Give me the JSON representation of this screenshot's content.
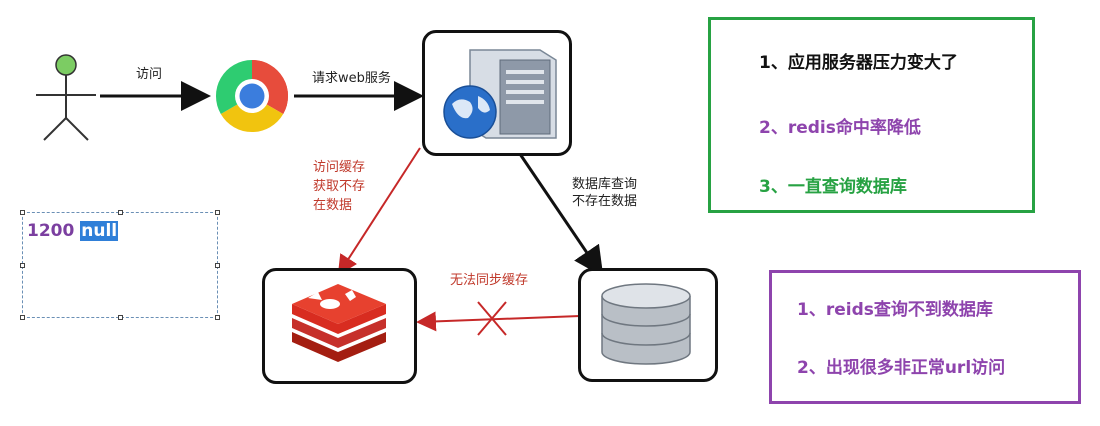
{
  "labels": {
    "visit": "访问",
    "request_web": "请求web服务",
    "cache_miss": [
      "访问缓存",
      "获取不存",
      "在数据"
    ],
    "db_miss": [
      "数据库查询",
      "不存在数据"
    ],
    "cannot_sync": "无法同步缓存"
  },
  "green_panel": {
    "items": [
      "1、应用服务器压力变大了",
      "2、redis命中率降低",
      "3、一直查询数据库"
    ]
  },
  "purple_panel": {
    "items": [
      "1、reids查询不到数据库",
      "2、出现很多非正常url访问"
    ]
  },
  "textbox": {
    "value": "1200",
    "highlighted": "null"
  },
  "colors": {
    "arrow_black": "#111111",
    "arrow_red": "#c62828",
    "green": "#27a243",
    "purple": "#8e44ad",
    "item_dark": "#111111",
    "item_purple": "#8e44ad",
    "item_green": "#27a243"
  },
  "icons": {
    "user": "stick-figure-icon",
    "browser": "chrome-icon",
    "server": "web-server-icon",
    "cache": "redis-icon",
    "database": "database-icon",
    "blocked": "cross-icon"
  }
}
